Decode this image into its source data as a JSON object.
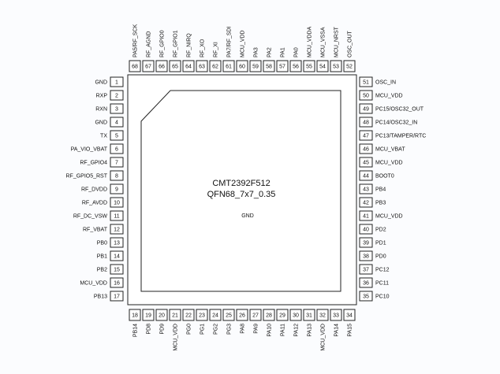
{
  "chip": {
    "part_number": "CMT2392F512",
    "package": "QFN68_7x7_0.35",
    "center_label": "GND"
  },
  "colors": {
    "highlight": "#cc2222",
    "line": "#222222",
    "background": "#fbfcfe"
  },
  "pins": {
    "left": [
      {
        "num": "1",
        "name": "GND"
      },
      {
        "num": "2",
        "name": "RXP"
      },
      {
        "num": "3",
        "name": "RXN"
      },
      {
        "num": "4",
        "name": "GND"
      },
      {
        "num": "5",
        "name": "TX"
      },
      {
        "num": "6",
        "name": "PA_VIO_VBAT"
      },
      {
        "num": "7",
        "name": "RF_GPIO4"
      },
      {
        "num": "8",
        "name": "RF_GPIO5_RST"
      },
      {
        "num": "9",
        "name": "RF_DVDD"
      },
      {
        "num": "10",
        "name": "RF_AVDD"
      },
      {
        "num": "11",
        "name": "RF_DC_VSW"
      },
      {
        "num": "12",
        "name": "RF_VBAT"
      },
      {
        "num": "13",
        "name": "PB0"
      },
      {
        "num": "14",
        "name": "PB1"
      },
      {
        "num": "15",
        "name": "PB2"
      },
      {
        "num": "16",
        "name": "MCU_VDD"
      },
      {
        "num": "17",
        "name": "PB13"
      }
    ],
    "bottom": [
      {
        "num": "18",
        "name": "PB14"
      },
      {
        "num": "19",
        "name": "PD8"
      },
      {
        "num": "20",
        "name": "PD9"
      },
      {
        "num": "21",
        "name": "MCU_VDD"
      },
      {
        "num": "22",
        "name": "PG0"
      },
      {
        "num": "23",
        "name": "PG1"
      },
      {
        "num": "24",
        "name": "PG2"
      },
      {
        "num": "25",
        "name": "PG3"
      },
      {
        "num": "26",
        "name": "PA8"
      },
      {
        "num": "27",
        "name": "PA9"
      },
      {
        "num": "28",
        "name": "PA10"
      },
      {
        "num": "29",
        "name": "PA11"
      },
      {
        "num": "30",
        "name": "PA12"
      },
      {
        "num": "31",
        "name": "PA13"
      },
      {
        "num": "32",
        "name": "MCU_VDD"
      },
      {
        "num": "33",
        "name": "PA14"
      },
      {
        "num": "34",
        "name": "PA15"
      }
    ],
    "right": [
      {
        "num": "51",
        "name": "OSC_IN"
      },
      {
        "num": "50",
        "name": "MCU_VDD"
      },
      {
        "num": "49",
        "name": "PC15/OSC32_OUT"
      },
      {
        "num": "48",
        "name": "PC14/OSC32_IN"
      },
      {
        "num": "47",
        "name": "PC13/TAMPER/RTC"
      },
      {
        "num": "46",
        "name": "MCU_VBAT"
      },
      {
        "num": "45",
        "name": "MCU_VDD"
      },
      {
        "num": "44",
        "name": "BOOT0"
      },
      {
        "num": "43",
        "name": "PB4"
      },
      {
        "num": "42",
        "name": "PB3"
      },
      {
        "num": "41",
        "name": "MCU_VDD"
      },
      {
        "num": "40",
        "name": "PD2"
      },
      {
        "num": "39",
        "name": "PD1"
      },
      {
        "num": "38",
        "name": "PD0"
      },
      {
        "num": "37",
        "name": "PC12"
      },
      {
        "num": "36",
        "name": "PC11"
      },
      {
        "num": "35",
        "name": "PC10"
      }
    ],
    "top": [
      {
        "num": "68",
        "name": "PA5/RF_SCK"
      },
      {
        "num": "67",
        "name": "RF_AGND"
      },
      {
        "num": "66",
        "name": "RF_GPIO0"
      },
      {
        "num": "65",
        "name": "RF_GPIO1"
      },
      {
        "num": "64",
        "name": "RF_NIRQ"
      },
      {
        "num": "63",
        "name": "RF_XO"
      },
      {
        "num": "62",
        "name": "RF_XI"
      },
      {
        "num": "61",
        "name": "PA7/RF_SDI",
        "highlight": true
      },
      {
        "num": "60",
        "name": "MCU_VDD"
      },
      {
        "num": "59",
        "name": "PA3"
      },
      {
        "num": "58",
        "name": "PA2"
      },
      {
        "num": "57",
        "name": "PA1"
      },
      {
        "num": "56",
        "name": "PA0"
      },
      {
        "num": "55",
        "name": "MCU_VDDA"
      },
      {
        "num": "54",
        "name": "MCU_VSSA"
      },
      {
        "num": "53",
        "name": "MCU_NRST"
      },
      {
        "num": "52",
        "name": "OSC_OUT"
      }
    ]
  }
}
